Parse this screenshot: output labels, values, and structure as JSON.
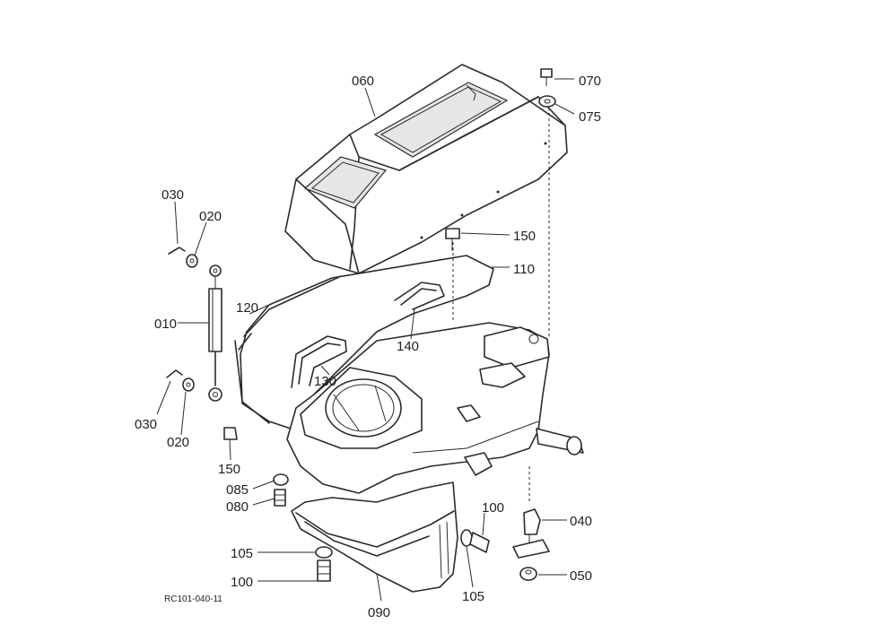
{
  "labels": {
    "p060": "060",
    "p070": "070",
    "p075": "075",
    "p030a": "030",
    "p020a": "020",
    "p150a": "150",
    "p110": "110",
    "p120": "120",
    "p010": "010",
    "p140": "140",
    "p130": "130",
    "p030b": "030",
    "p020b": "020",
    "p150b": "150",
    "p085": "085",
    "p080": "080",
    "p100a": "100",
    "p040": "040",
    "p105a": "105",
    "p050": "050",
    "p100b": "100",
    "p105b": "105",
    "p090": "090"
  },
  "drawing_code": "RC101-040-11"
}
